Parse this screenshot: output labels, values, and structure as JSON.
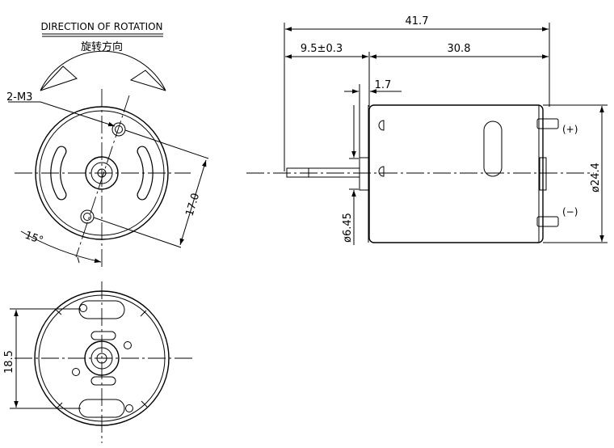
{
  "title_en": "DIRECTION OF ROTATION",
  "title_cn": "旋转方向",
  "front_view": {
    "hole_callout": "2-M3",
    "hole_pitch": "17.0",
    "angle": "15°"
  },
  "rear_view": {
    "vertical_dim": "18.5"
  },
  "side_view": {
    "overall_length": "41.7",
    "shaft_length": "9.5±0.3",
    "body_length": "30.8",
    "flange_thickness": "1.7",
    "boss_diameter": "ø6.45",
    "body_diameter": "ø24.4",
    "terminal_positive": "(+)",
    "terminal_negative": "(−)"
  }
}
